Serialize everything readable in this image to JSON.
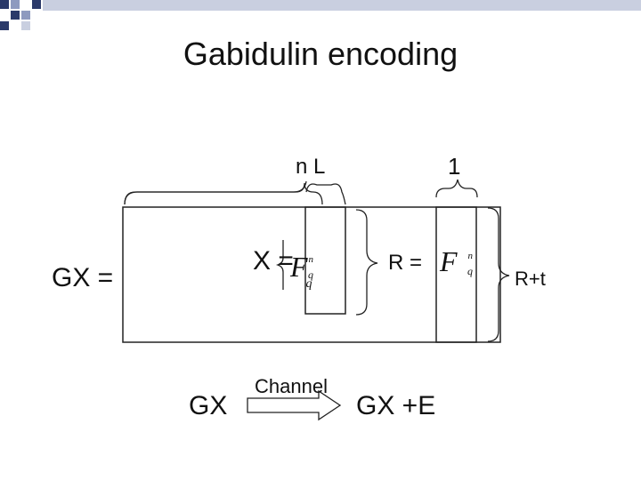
{
  "slide": {
    "title": "Gabidulin encoding",
    "labels": {
      "n_l": "n L",
      "one": "1",
      "gx_equals": "GX =",
      "x_equals": "X =",
      "r_equals": "R =",
      "r_plus_t": "R+t",
      "gx": "GX",
      "channel": "Channel",
      "gx_plus_e": "GX +E"
    },
    "field_symbol": {
      "base": "F",
      "base_sub": "q",
      "sup": "n",
      "sup_sub": "q"
    },
    "colors": {
      "stripe_dark": "#2b3a6a",
      "stripe_light": "#c9cfe0",
      "line": "#222222"
    }
  }
}
